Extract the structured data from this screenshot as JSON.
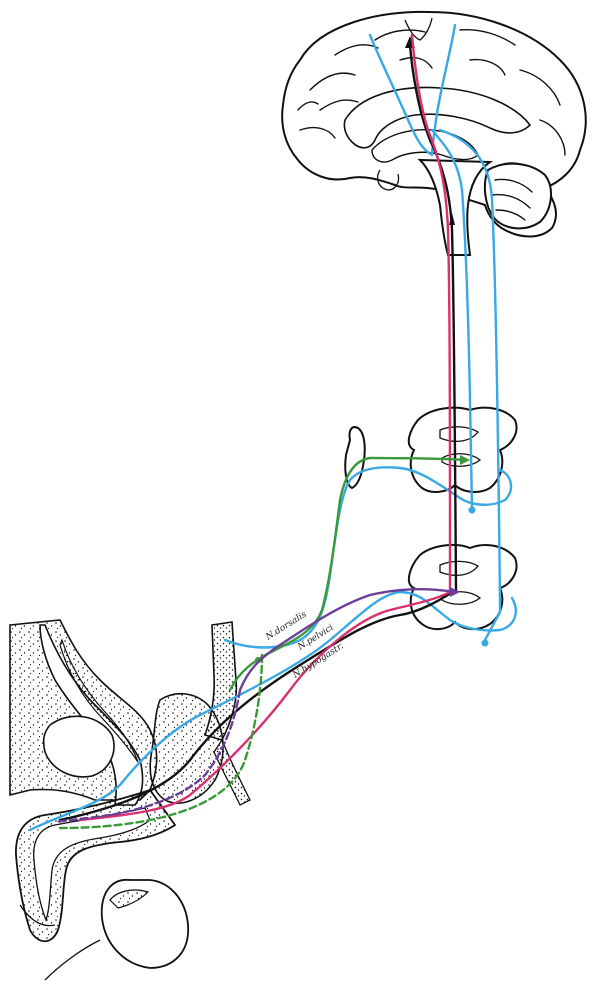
{
  "labels": {
    "nerve_1": "N.dorsalis",
    "nerve_2": "N.pelvici",
    "nerve_3": "N.hypogastr."
  },
  "colors": {
    "blue": "#39a9e3",
    "red": "#d9306e",
    "black": "#111111",
    "green": "#3a9a38",
    "purple": "#6b3f99"
  },
  "icons": [
    "brain-drawing",
    "spinal-segment-upper",
    "spinal-segment-lower",
    "sympathetic-ganglion",
    "pelvis-cross-section",
    "testis",
    "penis"
  ]
}
